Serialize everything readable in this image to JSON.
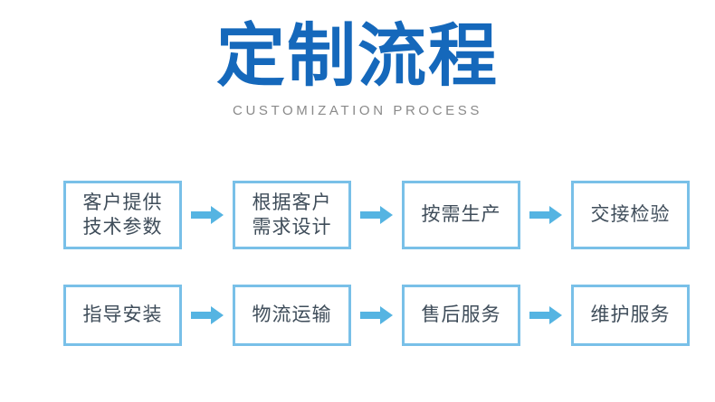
{
  "header": {
    "title": "定制流程",
    "subtitle": "CUSTOMIZATION PROCESS"
  },
  "colors": {
    "title_blue": "#1568bb",
    "subtitle_gray": "#8a8a8a",
    "box_border": "#79c0e8",
    "box_text": "#3f4d5a",
    "arrow": "#55b4e2",
    "background": "#ffffff"
  },
  "flow": {
    "rows": [
      {
        "steps": [
          {
            "label": "客户提供\n技术参数"
          },
          {
            "label": "根据客户\n需求设计"
          },
          {
            "label": "按需生产"
          },
          {
            "label": "交接检验"
          }
        ],
        "arrows": [
          "arrow-right-icon",
          "arrow-right-icon",
          "arrow-right-icon"
        ]
      },
      {
        "steps": [
          {
            "label": "指导安装"
          },
          {
            "label": "物流运输"
          },
          {
            "label": "售后服务"
          },
          {
            "label": "维护服务"
          }
        ],
        "arrows": [
          "arrow-right-icon",
          "arrow-right-icon",
          "arrow-right-icon"
        ]
      }
    ]
  }
}
